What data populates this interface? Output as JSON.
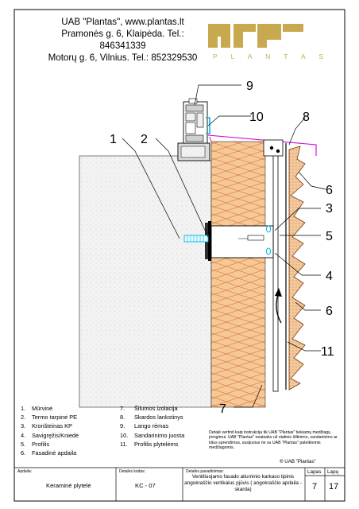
{
  "header": {
    "company_line": "UAB \"Plantas\", www.plantas.lt",
    "address_1": "Pramonės g. 6, Klaipėda. Tel.: 846341339",
    "address_2": "Motorų g. 6, Vilnius. Tel.: 852329530"
  },
  "logo": {
    "word": "P L A N T A S",
    "color": "#c9a94f"
  },
  "callouts": {
    "c1": "1",
    "c2": "2",
    "c3": "3",
    "c4": "4",
    "c5": "5",
    "c6a": "6",
    "c6b": "6",
    "c7": "7",
    "c8": "8",
    "c9": "9",
    "c10": "10",
    "c11": "11"
  },
  "legend": {
    "left": [
      {
        "num": "1.",
        "label": "Mūrvinė"
      },
      {
        "num": "2.",
        "label": "Termo tarpinė PE"
      },
      {
        "num": "3.",
        "label": "Kronšteinas KP"
      },
      {
        "num": "4.",
        "label": "Savigręžis/Kniedė"
      },
      {
        "num": "5.",
        "label": "Profilis"
      },
      {
        "num": "6.",
        "label": "Fasadinė apdaila"
      }
    ],
    "right": [
      {
        "num": "7.",
        "label": "Šilumos izolacija"
      },
      {
        "num": "8.",
        "label": "Skardos lankstinys"
      },
      {
        "num": "9.",
        "label": "Lango rėmas"
      },
      {
        "num": "10.",
        "label": "Sandarinimo juosta"
      },
      {
        "num": "11.",
        "label": "Profilis plytelėms"
      }
    ]
  },
  "note": "Detalė vertintі kaip instrukcija tik UAB \"Plantas\" tiekiamų medžiagų įrengimui. UAB \"Plantas\" neatsako už statinio šiltinimo, sandarinimo ar kitus sprendimus, susijusius ne su UAB \"Plantas\" pateiktomis medžiagomis.",
  "copyright": "® UAB \"Plantas\"",
  "title_block": {
    "apdaila_label": "Apdaila:",
    "apdaila_value": "Keraminė plytelė",
    "code_label": "Detalės kodas:",
    "code_value": "KC - 07",
    "name_label": "Detalės pavadinimas:",
    "name_value": "Ventiliuojamo fasado aliuminio karkaso tipinis angokraščio vertikalus pjūvis ( angokraščio apdaila - skarda)",
    "sheet_label": "Lapas",
    "sheets_label": "Lapų",
    "sheet_value": "7",
    "sheets_value": "17"
  },
  "colors": {
    "insulation": "#f5c696",
    "insulation_hatch": "#d4691e",
    "tile": "#f3c89a",
    "flashing": "#d400d4",
    "seal": "#00b8e6",
    "wall_fill": "#f2f2f2"
  }
}
